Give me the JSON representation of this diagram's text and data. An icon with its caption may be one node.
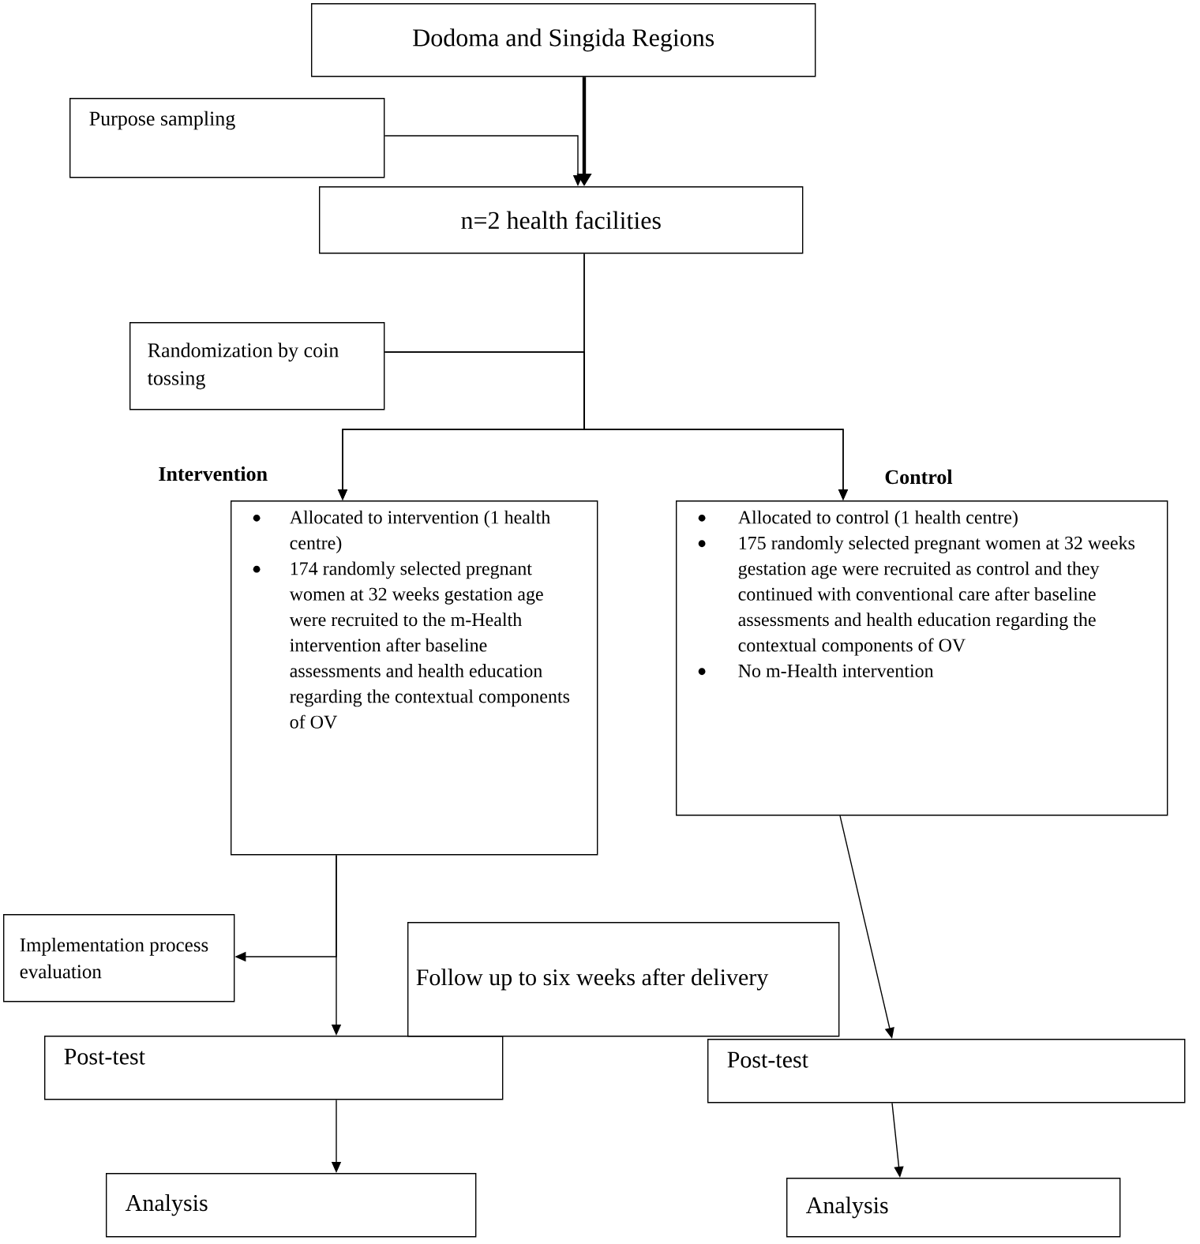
{
  "diagram": {
    "nodes": [
      {
        "text": [
          "Dodoma  and Singida Regions"
        ]
      },
      {
        "text": [
          "Purpose sampling"
        ]
      },
      {
        "text": [
          "n=2 health facilities"
        ]
      },
      {
        "text": [
          "Randomization by coin tossing"
        ]
      },
      {
        "text": [
          "Intervention",
          "Allocated to intervention (1 health centre)",
          "174 randomly selected pregnant women at 32 weeks gestation age were recruited to the m-Health intervention after baseline assessments and health education regarding the contextual components of OV"
        ]
      },
      {
        "text": [
          "Control",
          "Allocated to control (1 health centre)",
          "175 randomly selected pregnant women at 32 weeks gestation age were recruited as control and they continued with conventional care after baseline assessments and health education regarding the contextual components of OV",
          "No m-Health intervention"
        ]
      },
      {
        "text": [
          "Implementation process evaluation"
        ]
      },
      {
        "text": [
          "Follow up to six weeks after delivery"
        ]
      },
      {
        "text": [
          "Post-test"
        ]
      },
      {
        "text": [
          "Post-test"
        ]
      },
      {
        "text": [
          "Analysis"
        ]
      },
      {
        "text": [
          "Analysis"
        ]
      }
    ],
    "edges": [
      {
        "from": 0,
        "to": 2,
        "arrow": "to",
        "style": "thick"
      },
      {
        "from": 1,
        "to": 2,
        "arrow": "to"
      },
      {
        "from": 2,
        "to": 4,
        "arrow": "to"
      },
      {
        "from": 2,
        "to": 5,
        "arrow": "to"
      },
      {
        "from": 3,
        "to": 4,
        "arrow": "to"
      },
      {
        "from": 3,
        "to": 5,
        "arrow": "to"
      },
      {
        "from": 4,
        "to": 6,
        "arrow": "to"
      },
      {
        "from": 4,
        "to": 8,
        "arrow": "to"
      },
      {
        "from": 5,
        "to": 9,
        "arrow": "to"
      },
      {
        "from": 8,
        "to": 10,
        "arrow": "to"
      },
      {
        "from": 9,
        "to": 11,
        "arrow": "to"
      }
    ]
  }
}
